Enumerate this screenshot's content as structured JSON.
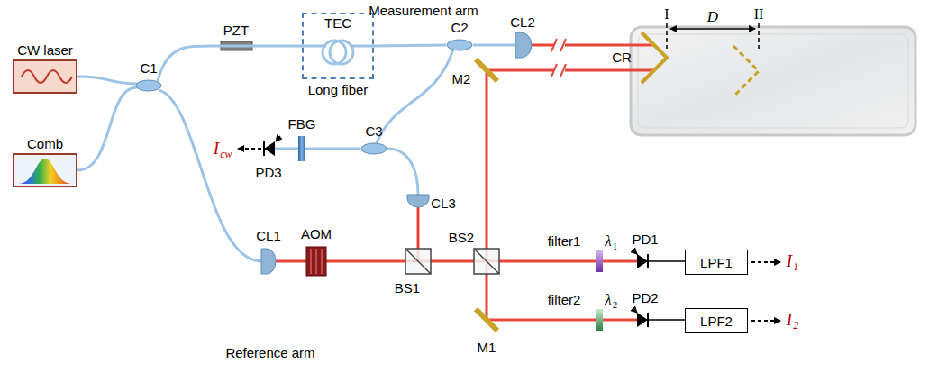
{
  "diagram": {
    "nodes": [
      {
        "text": [
          "CW laser"
        ]
      },
      {
        "text": [
          "Comb"
        ]
      },
      {
        "text": [
          "C1"
        ]
      },
      {
        "text": [
          "TEC"
        ]
      },
      {
        "text": [
          "C2"
        ]
      },
      {
        "text": [
          "C3"
        ]
      },
      {
        "text": [
          "LPF1"
        ]
      },
      {
        "text": [
          "LPF2"
        ]
      }
    ],
    "edges": [
      {
        "from": 0,
        "to": 2,
        "arrow": "none"
      },
      {
        "from": 1,
        "to": 2,
        "arrow": "none"
      },
      {
        "from": 2,
        "to": 3,
        "arrow": "none"
      },
      {
        "from": 3,
        "to": 4,
        "arrow": "none"
      },
      {
        "from": 4,
        "to": 5,
        "arrow": "none"
      }
    ],
    "labels": [
      "Measurement arm",
      "PZT",
      "Long fiber",
      "CL2",
      "I",
      "D",
      "II",
      "CR",
      "M2",
      "FBG",
      "I",
      "cw",
      "PD3",
      "CL3",
      "CL1",
      "AOM",
      "BS1",
      "BS2",
      "filter1",
      "λ",
      "1",
      "PD1",
      "I",
      "1",
      "Reference arm",
      "M1",
      "filter2",
      "λ",
      "2",
      "PD2",
      "I",
      "2"
    ]
  }
}
